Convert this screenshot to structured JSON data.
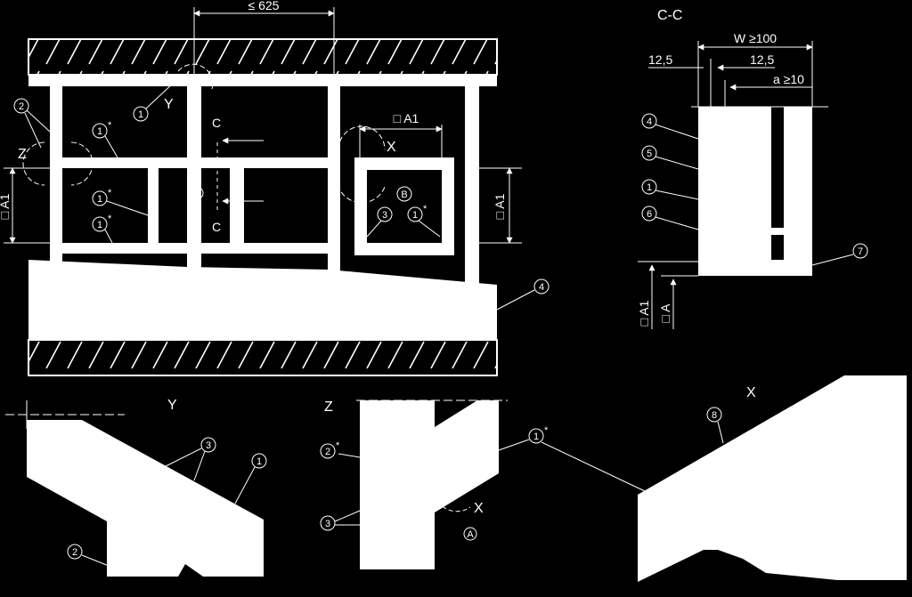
{
  "dimensions": {
    "top_spacing": "≤ 625",
    "w_min": "W ≥100",
    "offset_left": "12,5",
    "offset_right": "12,5",
    "a_min": "a ≥10",
    "a1_box": "□ A1",
    "a1_left": "□ A1",
    "a1_right": "□ A1",
    "a1_cc": "□ A1",
    "a_cc": "□ A"
  },
  "section_labels": {
    "cc": "C-C",
    "c_top": "C",
    "c_bottom": "C",
    "y_main": "Y",
    "x_main": "X",
    "z_main": "Z",
    "y_detail": "Y",
    "z_detail": "Z",
    "x_detail": "X",
    "x_in_z": "X"
  },
  "callouts": {
    "one": "1",
    "two": "2",
    "three": "3",
    "four": "4",
    "five": "5",
    "six": "6",
    "seven": "7",
    "eight": "8",
    "a": "A",
    "b": "B",
    "star": "*"
  },
  "colors": {
    "background": "#000000",
    "drawing": "#ffffff"
  }
}
